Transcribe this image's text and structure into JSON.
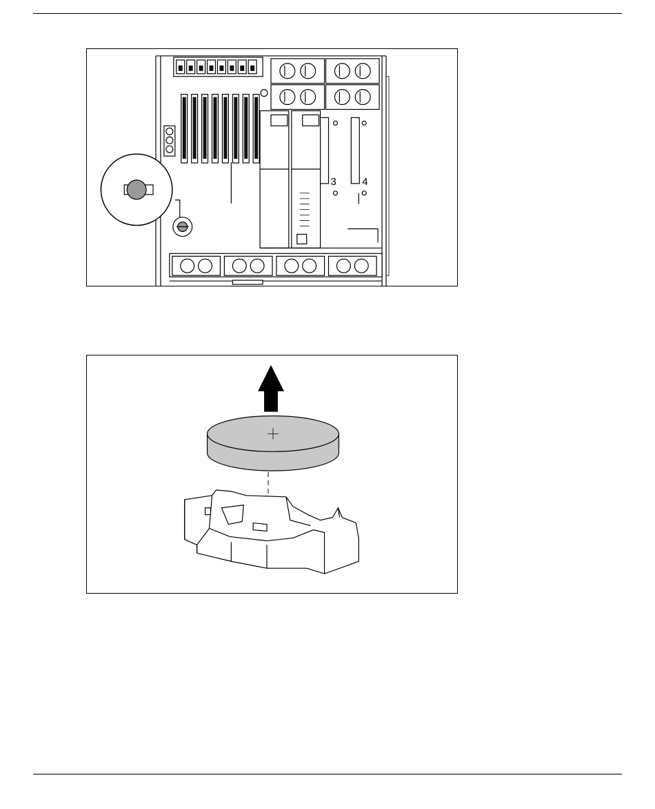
{
  "figures": [
    {
      "id": "system-board-battery-location",
      "labels": {
        "slot_3": "3",
        "slot_4": "4"
      }
    },
    {
      "id": "battery-removal"
    }
  ]
}
